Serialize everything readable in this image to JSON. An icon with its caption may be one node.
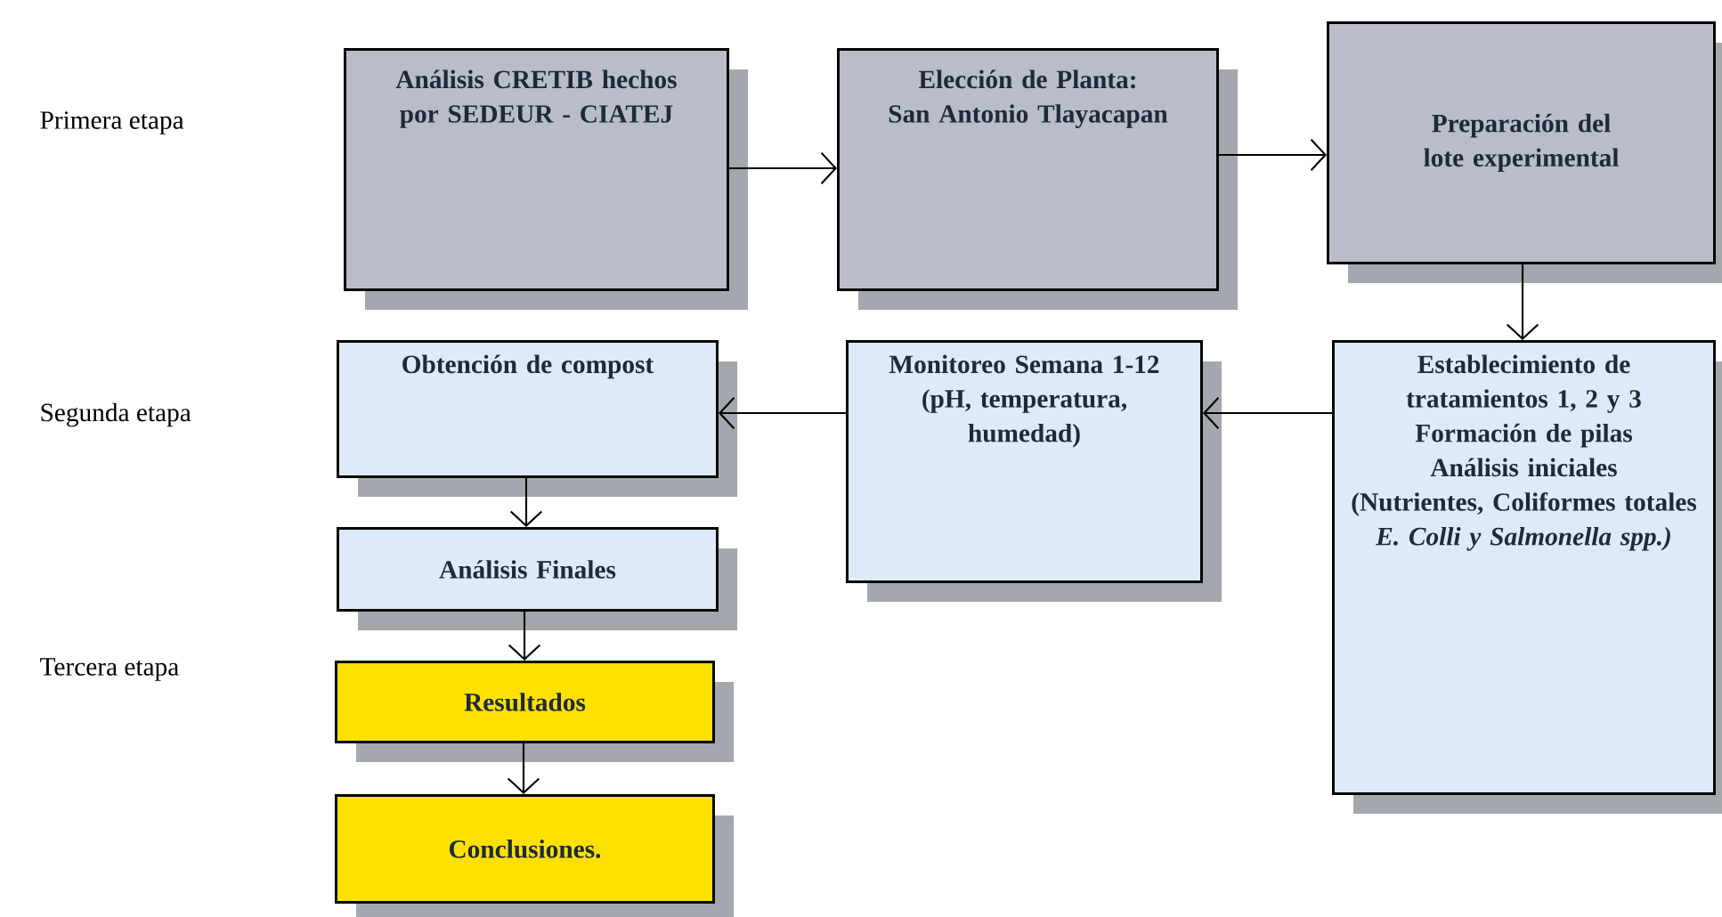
{
  "diagram": {
    "nodes": [
      {
        "text": [
          "Análisis CRETIB hechos por SEDEUR - CIATEJ"
        ]
      },
      {
        "text": [
          "Elección de Planta:",
          "San Antonio Tlayacapan"
        ]
      },
      {
        "text": [
          "Preparación del lote experimental"
        ]
      },
      {
        "text": [
          "Obtención de compost"
        ]
      },
      {
        "text": [
          "Análisis Finales"
        ]
      },
      {
        "text": [
          "Resultados"
        ]
      },
      {
        "text": [
          "Conclusiones."
        ]
      },
      {
        "text": [
          "Monitoreo Semana 1-12",
          "(pH, temperatura, humedad)"
        ]
      },
      {
        "text": [
          "Establecimiento de tratamientos 1, 2 y 3 Formación de pilas Análisis iniciales",
          "(Nutrientes, Coliformes totales *E. Colli y Salmonella spp.)*"
        ]
      }
    ],
    "edges": [
      {
        "from": 0,
        "to": 1,
        "arrow": "to"
      },
      {
        "from": 1,
        "to": 2,
        "arrow": "to"
      },
      {
        "from": 2,
        "to": 8,
        "arrow": "to"
      },
      {
        "from": 8,
        "to": 7,
        "arrow": "to"
      },
      {
        "from": 7,
        "to": 3,
        "arrow": "to"
      },
      {
        "from": 3,
        "to": 4,
        "arrow": "to"
      },
      {
        "from": 4,
        "to": 5,
        "arrow": "to"
      },
      {
        "from": 5,
        "to": 6,
        "arrow": "to"
      }
    ],
    "labels": [
      "Primera etapa",
      "Segunda etapa",
      "Tercera etapa"
    ]
  }
}
